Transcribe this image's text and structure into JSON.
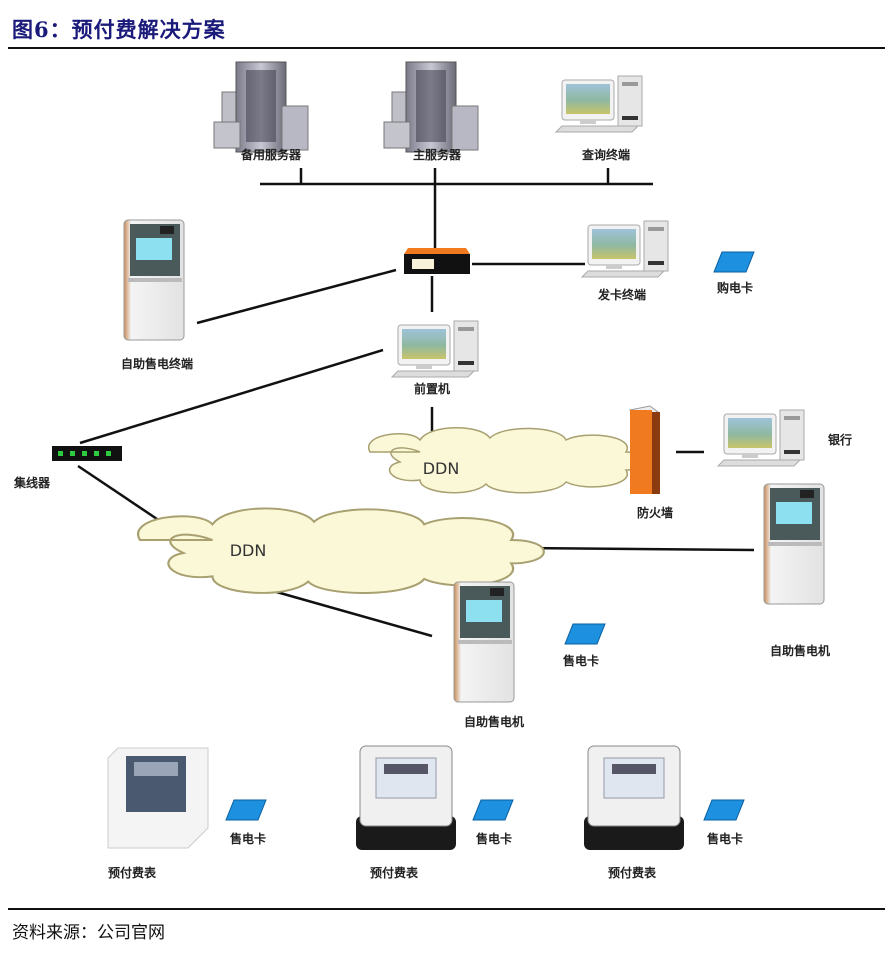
{
  "figure": {
    "title": "图6：预付费解决方案",
    "source": "资料来源：公司官网"
  },
  "colors": {
    "title": "#1a1a7a",
    "card": "#1e90e0",
    "cloud_fill": "#fbf8d8",
    "cloud_stroke": "#a8a070",
    "firewall": "#f07a20",
    "router_top": "#f07a20",
    "hub_led": "#2ecc40"
  },
  "nodes": {
    "backup_server": {
      "label": "备用服务器",
      "icon": "server-tower-icon"
    },
    "main_server": {
      "label": "主服务器",
      "icon": "server-tower-icon"
    },
    "query_terminal": {
      "label": "查询终端",
      "icon": "desktop-computer-icon"
    },
    "router": {
      "label": "",
      "icon": "router-icon"
    },
    "self_service_terminal": {
      "label": "自助售电终端",
      "icon": "kiosk-icon"
    },
    "card_issuing_terminal": {
      "label": "发卡终端",
      "icon": "desktop-computer-icon"
    },
    "purchase_card": {
      "label": "购电卡",
      "icon": "card-icon"
    },
    "front_end_processor": {
      "label": "前置机",
      "icon": "desktop-computer-icon"
    },
    "hub": {
      "label": "集线器",
      "icon": "hub-icon"
    },
    "ddn_upper": {
      "label": "DDN",
      "icon": "cloud-icon"
    },
    "firewall": {
      "label": "防火墙",
      "icon": "firewall-icon"
    },
    "bank": {
      "label": "银行",
      "icon": "desktop-computer-icon"
    },
    "ddn_lower": {
      "label": "DDN",
      "icon": "cloud-icon"
    },
    "kiosk_right": {
      "label": "自助售电机",
      "icon": "kiosk-icon"
    },
    "kiosk_center": {
      "label": "自助售电机",
      "icon": "kiosk-icon"
    },
    "sale_card_center": {
      "label": "售电卡",
      "icon": "card-icon"
    },
    "meter_1": {
      "label": "预付费表",
      "icon": "meter-icon"
    },
    "sale_card_1": {
      "label": "售电卡",
      "icon": "card-icon"
    },
    "meter_2": {
      "label": "预付费表",
      "icon": "meter-icon"
    },
    "sale_card_2": {
      "label": "售电卡",
      "icon": "card-icon"
    },
    "meter_3": {
      "label": "预付费表",
      "icon": "meter-icon"
    },
    "sale_card_3": {
      "label": "售电卡",
      "icon": "card-icon"
    }
  },
  "edges": [
    {
      "from": "backup_server",
      "to": "main_server"
    },
    {
      "from": "main_server",
      "to": "query_terminal"
    },
    {
      "from": "main_server",
      "to": "router"
    },
    {
      "from": "router",
      "to": "card_issuing_terminal"
    },
    {
      "from": "router",
      "to": "self_service_terminal"
    },
    {
      "from": "router",
      "to": "front_end_processor"
    },
    {
      "from": "front_end_processor",
      "to": "hub"
    },
    {
      "from": "front_end_processor",
      "to": "ddn_upper"
    },
    {
      "from": "ddn_upper",
      "to": "firewall"
    },
    {
      "from": "firewall",
      "to": "bank"
    },
    {
      "from": "hub",
      "to": "ddn_lower"
    },
    {
      "from": "ddn_lower",
      "to": "kiosk_right"
    },
    {
      "from": "ddn_lower",
      "to": "kiosk_center"
    }
  ]
}
